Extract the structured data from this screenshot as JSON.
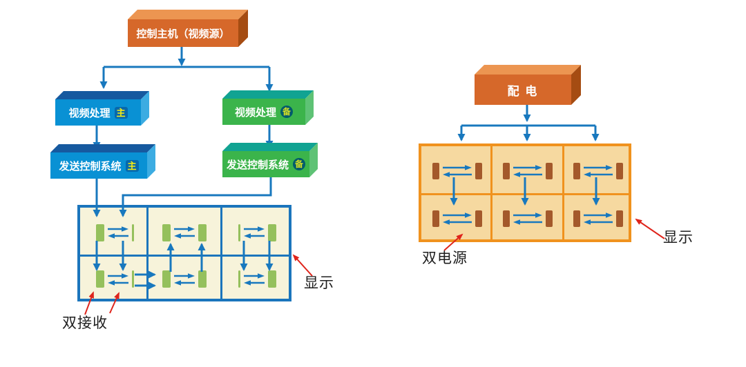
{
  "palette": {
    "connector_blue": "#1878BE",
    "annotation_red": "#DF241B",
    "orange_box": "#D6682A",
    "blue_box": "#0991D4",
    "green_box": "#3BB44B",
    "badge_yellow": "#F6EC13",
    "left_grid_border": "#1B75BC",
    "left_grid_fill": "#F7F3DA",
    "left_receiver_green": "#95C05C",
    "right_grid_border": "#F0921E",
    "right_grid_fill": "#F6D9A0",
    "right_receiver_brown": "#A4592B"
  },
  "boxes": {
    "control_host": {
      "label": "控制主机（视频源）"
    },
    "video_proc_main": {
      "label": "视频处理",
      "badge": "主"
    },
    "video_proc_backup": {
      "label": "视频处理",
      "badge": "备"
    },
    "send_ctrl_main": {
      "label": "发送控制系统",
      "badge": "主"
    },
    "send_ctrl_backup": {
      "label": "发送控制系统",
      "badge": "备"
    },
    "power_distribution": {
      "label": "配 电"
    }
  },
  "annotations": {
    "display_left": "显示",
    "dual_receive": "双接收",
    "dual_power": "双电源",
    "display_right": "显示"
  },
  "left_grid": {
    "rows": 2,
    "cols": 3,
    "cells": [
      {
        "left": "rect",
        "right": "line"
      },
      {
        "left": "rect",
        "right": "rect"
      },
      {
        "left": "line",
        "right": "rect"
      },
      {
        "left": "rect",
        "right": "line"
      },
      {
        "left": "rect",
        "right": "rect"
      },
      {
        "left": "line",
        "right": "rect"
      }
    ]
  },
  "right_grid": {
    "rows": 2,
    "cols": 3,
    "cells": [
      {
        "left": "rect",
        "right": "rect"
      },
      {
        "left": "rect",
        "right": "rect"
      },
      {
        "left": "rect",
        "right": "rect"
      },
      {
        "left": "rect",
        "right": "rect"
      },
      {
        "left": "rect",
        "right": "rect"
      },
      {
        "left": "rect",
        "right": "rect"
      }
    ]
  }
}
